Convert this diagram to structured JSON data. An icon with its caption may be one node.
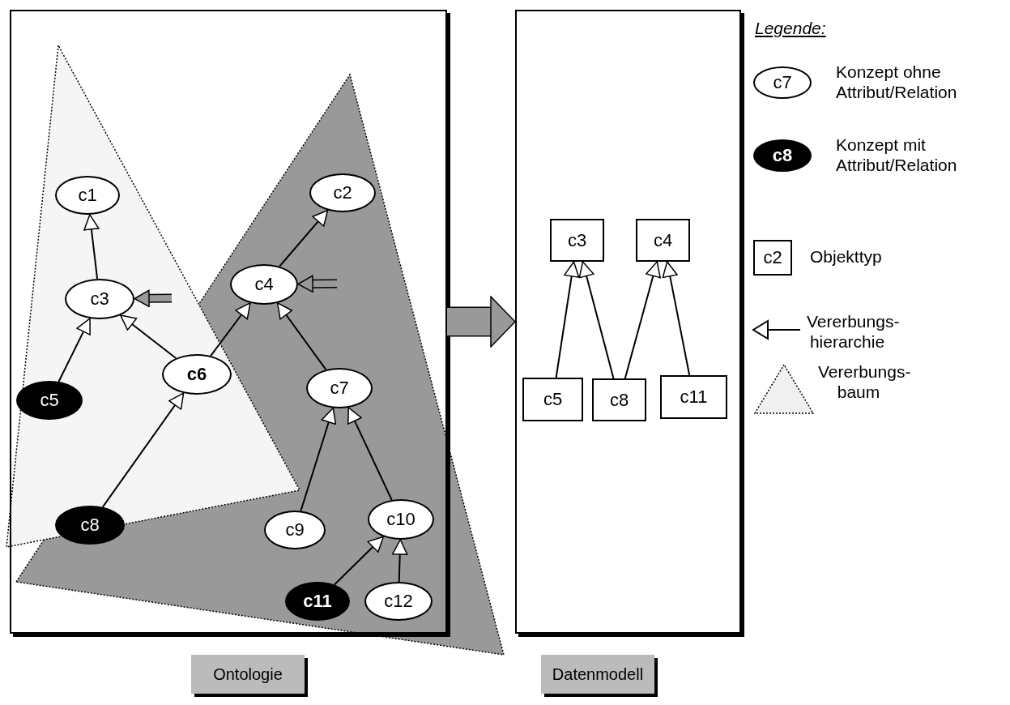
{
  "diagram": {
    "nodes": [
      {
        "text": [
          "Ontologie"
        ]
      },
      {
        "text": [
          "c1"
        ],
        "in": 0
      },
      {
        "text": [
          "c2"
        ],
        "in": 0
      },
      {
        "text": [
          "c3"
        ],
        "in": 0
      },
      {
        "text": [
          "c4"
        ],
        "in": 0
      },
      {
        "text": [
          "c5"
        ],
        "in": 0
      },
      {
        "text": [
          "c6"
        ],
        "in": 0
      },
      {
        "text": [
          "c7"
        ],
        "in": 0
      },
      {
        "text": [
          "c8"
        ],
        "in": 0
      },
      {
        "text": [
          "c9"
        ],
        "in": 0
      },
      {
        "text": [
          "c10"
        ],
        "in": 0
      },
      {
        "text": [
          "c11"
        ],
        "in": 0
      },
      {
        "text": [
          "c12"
        ],
        "in": 0
      },
      {
        "text": [
          "Datenmodell"
        ]
      },
      {
        "text": [
          "c3"
        ],
        "in": 13
      },
      {
        "text": [
          "c4"
        ],
        "in": 13
      },
      {
        "text": [
          "c5"
        ],
        "in": 13
      },
      {
        "text": [
          "c8"
        ],
        "in": 13
      },
      {
        "text": [
          "c11"
        ],
        "in": 13
      }
    ],
    "edges": [
      {
        "from": 3,
        "to": 1,
        "arrow": "to"
      },
      {
        "from": 4,
        "to": 2,
        "arrow": "to"
      },
      {
        "from": 5,
        "to": 3,
        "arrow": "to"
      },
      {
        "from": 6,
        "to": 3,
        "arrow": "to"
      },
      {
        "from": 6,
        "to": 4,
        "arrow": "to"
      },
      {
        "from": 7,
        "to": 4,
        "arrow": "to"
      },
      {
        "from": 8,
        "to": 6,
        "arrow": "to"
      },
      {
        "from": 9,
        "to": 7,
        "arrow": "to"
      },
      {
        "from": 10,
        "to": 7,
        "arrow": "to"
      },
      {
        "from": 11,
        "to": 10,
        "arrow": "to"
      },
      {
        "from": 12,
        "to": 10,
        "arrow": "to"
      },
      {
        "from": null,
        "to": 3,
        "arrow": "to",
        "style": "thick",
        "color": "#999999"
      },
      {
        "from": null,
        "to": 4,
        "arrow": "to",
        "style": "thick",
        "color": "#999999"
      },
      {
        "from": 0,
        "to": 13,
        "arrow": "to",
        "style": "thick",
        "color": "#999999"
      },
      {
        "from": 16,
        "to": 14,
        "arrow": "to"
      },
      {
        "from": 17,
        "to": 14,
        "arrow": "to"
      },
      {
        "from": 17,
        "to": 15,
        "arrow": "to"
      },
      {
        "from": 18,
        "to": 15,
        "arrow": "to"
      }
    ],
    "labels": [
      "Legende:",
      "c7",
      "c8",
      "c2"
    ],
    "legend": [
      {
        "text": "Konzept ohne Attribut/Relation"
      },
      {
        "text": "Konzept mit Attribut/Relation"
      },
      {
        "text": "Objekttyp"
      },
      {
        "text": "Vererbungs- hierarchie"
      },
      {
        "text": "Vererbungs- baum"
      }
    ]
  }
}
